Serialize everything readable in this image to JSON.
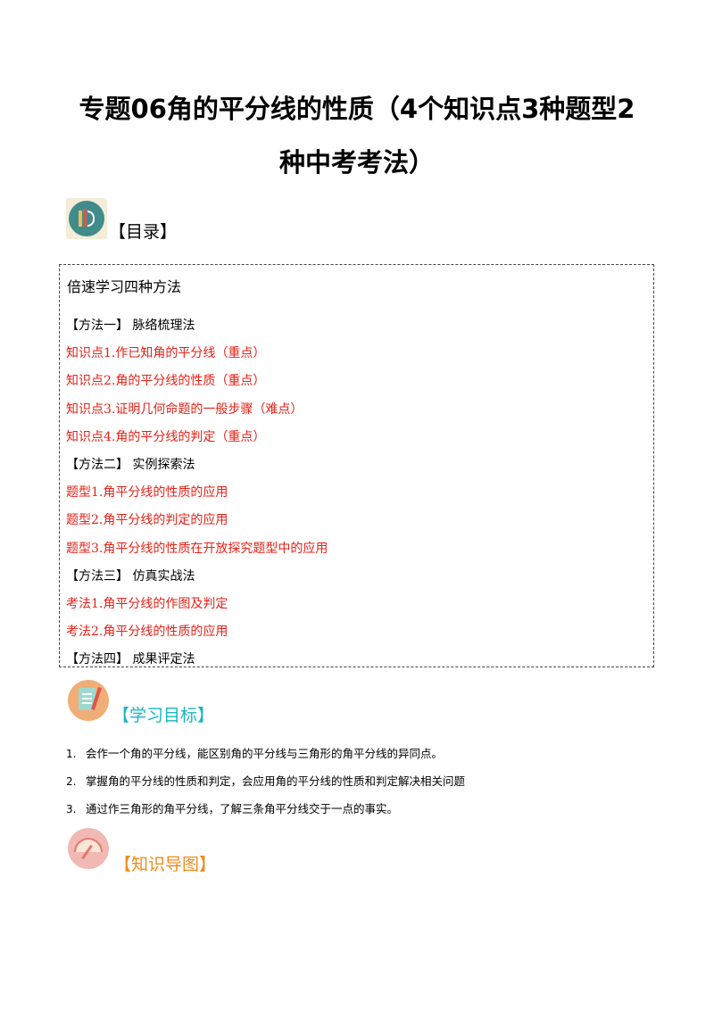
{
  "title": {
    "line1": "专题06角的平分线的性质（4个知识点3种题型2",
    "line2": "种中考考法）"
  },
  "toc": {
    "label": "【目录】",
    "heading": "倍速学习四种方法",
    "lines": [
      {
        "text": "【方法一】 脉络梳理法",
        "style": "method"
      },
      {
        "text": "知识点1.作已知角的平分线（重点）",
        "style": "red"
      },
      {
        "text": "知识点2.角的平分线的性质（重点）",
        "style": "red"
      },
      {
        "text": "知识点3.证明几何命题的一般步骤（难点）",
        "style": "red"
      },
      {
        "text": "知识点4.角的平分线的判定（重点）",
        "style": "red"
      },
      {
        "text": "【方法二】 实例探索法",
        "style": "method"
      },
      {
        "text": "题型1.角平分线的性质的应用",
        "style": "red"
      },
      {
        "text": "题型2.角平分线的判定的应用",
        "style": "red"
      },
      {
        "text": "题型3.角平分线的性质在开放探究题型中的应用",
        "style": "red"
      },
      {
        "text": "【方法三】 仿真实战法",
        "style": "method"
      },
      {
        "text": "考法1.角平分线的作图及判定",
        "style": "red"
      },
      {
        "text": "考法2.角平分线的性质的应用",
        "style": "red"
      },
      {
        "text": "【方法四】 成果评定法",
        "style": "method"
      }
    ]
  },
  "goals": {
    "label": "【学习目标】",
    "items": [
      {
        "num": "1.",
        "text": "会作一个角的平分线，能区别角的平分线与三角形的角平分线的异同点。"
      },
      {
        "num": "2.",
        "text": "掌握角的平分线的性质和判定，会应用角的平分线的性质和判定解决相关问题"
      },
      {
        "num": "3.",
        "text": "通过作三角形的角平分线，了解三条角平分线交于一点的事实。"
      }
    ]
  },
  "mindmap": {
    "label": "【知识导图】"
  },
  "colors": {
    "red": "#e62117",
    "goal_label": "#19b4c3",
    "map_label": "#f08a1a"
  }
}
